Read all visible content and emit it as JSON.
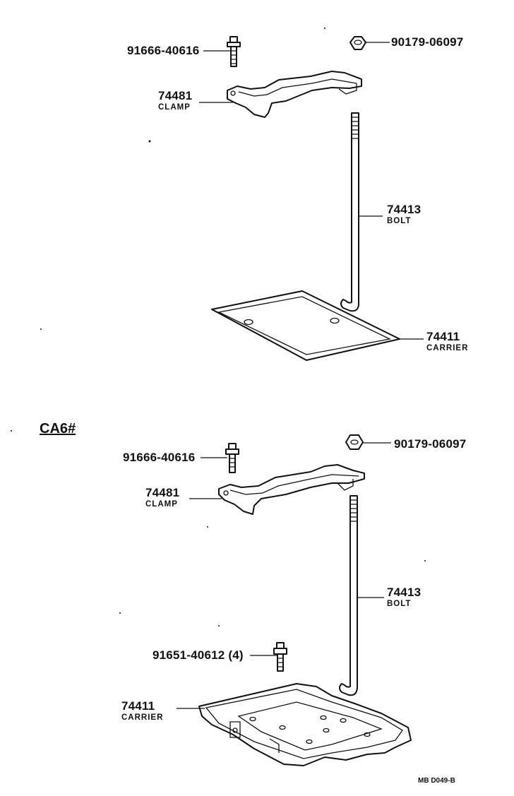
{
  "upper": {
    "bolt_small": {
      "part_no": "91666-40616"
    },
    "nut": {
      "part_no": "90179-06097"
    },
    "clamp": {
      "part_no": "74481",
      "name": "CLAMP"
    },
    "bolt_long": {
      "part_no": "74413",
      "name": "BOLT"
    },
    "carrier": {
      "part_no": "74411",
      "name": "CARRIER"
    }
  },
  "lower": {
    "section_label": "CA6#",
    "bolt_small": {
      "part_no": "91666-40616"
    },
    "nut": {
      "part_no": "90179-06097"
    },
    "clamp": {
      "part_no": "74481",
      "name": "CLAMP"
    },
    "bolt_long": {
      "part_no": "74413",
      "name": "BOLT"
    },
    "carrier_bolt": {
      "part_no": "91651-40612 (4)"
    },
    "carrier": {
      "part_no": "74411",
      "name": "CARRIER"
    }
  },
  "footer_code": "MB  D049-B"
}
